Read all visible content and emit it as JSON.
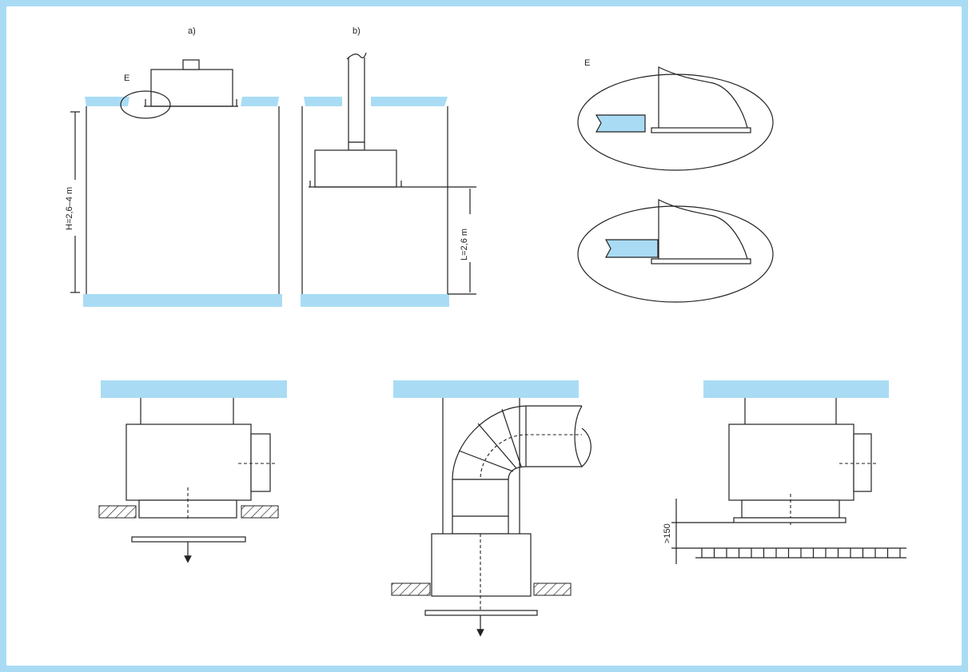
{
  "labels": {
    "panel_a": "a)",
    "panel_b": "b)",
    "detail_marker": "E",
    "detail_title": "E",
    "height_dim": "H=2,6–4 m",
    "length_dim": "L=2,6 m",
    "clearance_dim": ">150"
  },
  "colors": {
    "ceiling": "#a9dcf4",
    "line": "#222222",
    "background": "#ffffff"
  }
}
